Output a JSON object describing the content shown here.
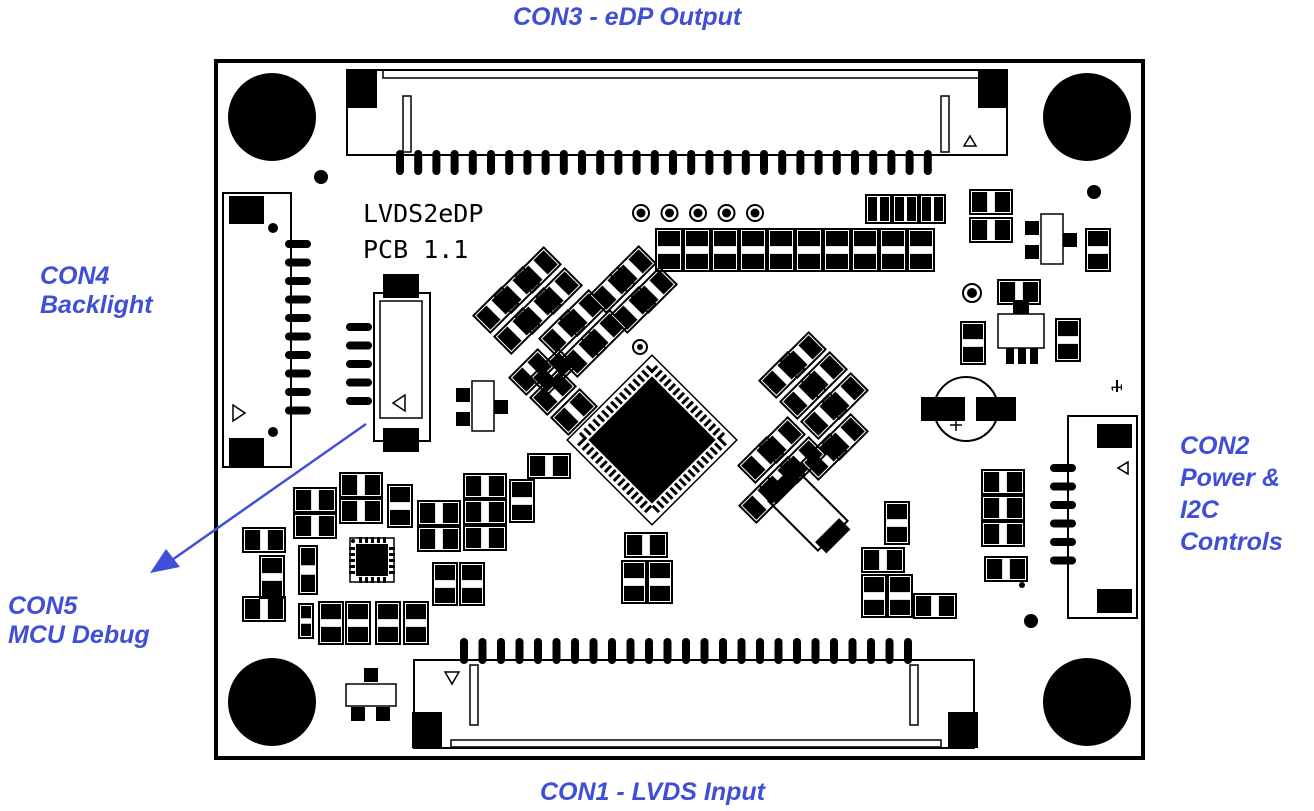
{
  "labels": {
    "con3": "CON3 - eDP Output",
    "con1": "CON1 - LVDS Input",
    "con4": [
      "CON4",
      "Backlight"
    ],
    "con5": [
      "CON5",
      "MCU Debug"
    ],
    "con2": [
      "CON2",
      "Power &",
      "I2C",
      "Controls"
    ]
  },
  "silkscreen": {
    "board_name": "LVDS2eDP",
    "revision": "PCB  1.1",
    "pin1_marker": "1"
  },
  "colors": {
    "label": "#3f4fd6",
    "board_outline": "#000000",
    "board_fill": "#ffffff"
  }
}
